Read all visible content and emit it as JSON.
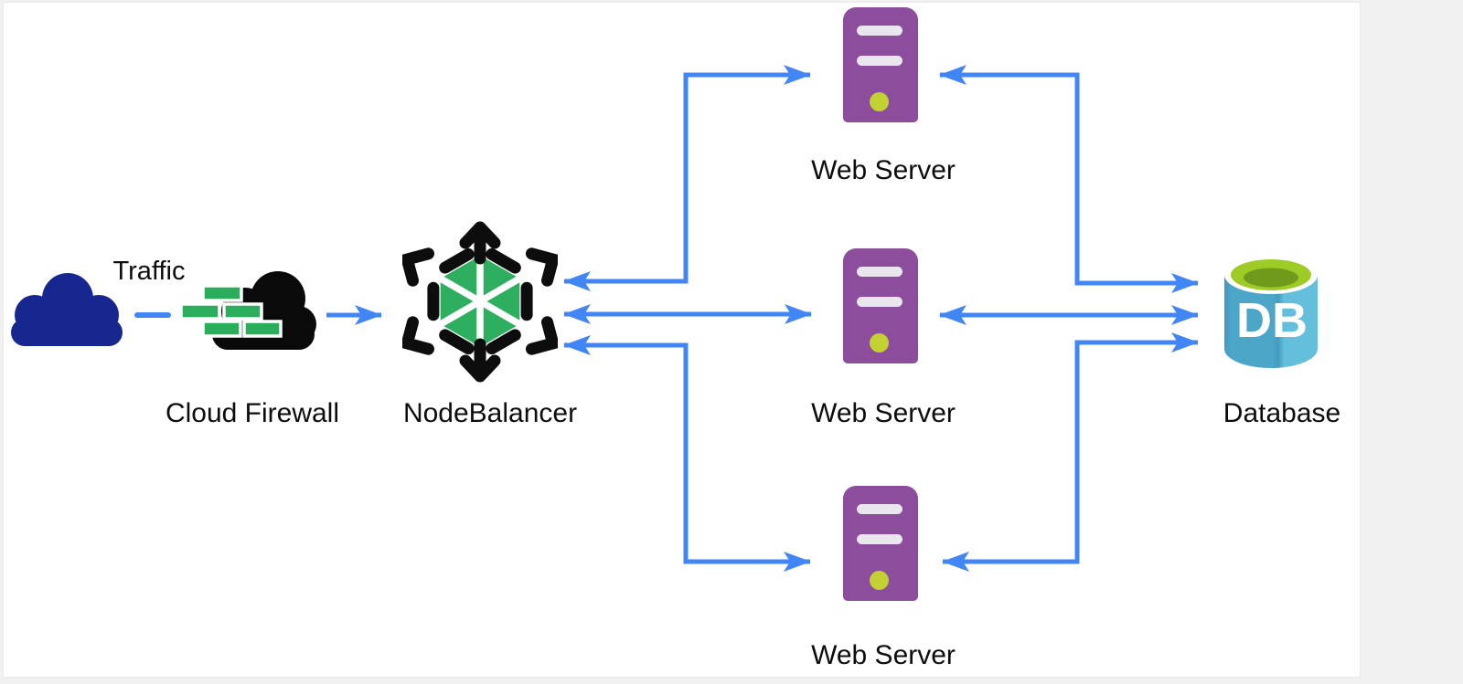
{
  "canvas": {
    "page_background": "#F0F0F0",
    "panel_background": "#FFFFFF"
  },
  "nodes": {
    "traffic": {
      "label": "Traffic",
      "icon": "cloud-icon",
      "color": "#16278F"
    },
    "cloud_firewall": {
      "label": "Cloud Firewall",
      "icon": "firewall-cloud-icon",
      "cloud_color": "#0A0A0A",
      "brick_color": "#2BAE5B",
      "brick_outline": "#FFFFFF"
    },
    "nodebalancer": {
      "label": "NodeBalancer",
      "icon": "nodebalancer-hexagon-icon",
      "hex_color": "#2EAE5F",
      "arrow_color": "#0D0D0D",
      "divider_color": "#FFFFFF"
    },
    "web_server_top": {
      "label": "Web Server",
      "icon": "server-tower-icon"
    },
    "web_server_middle": {
      "label": "Web Server",
      "icon": "server-tower-icon"
    },
    "web_server_bottom": {
      "label": "Web Server",
      "icon": "server-tower-icon"
    },
    "database": {
      "label": "Database",
      "badge": "DB",
      "icon": "database-cylinder-icon"
    }
  },
  "edges": [
    {
      "from": "traffic",
      "to": "cloud_firewall",
      "style": "dash",
      "arrows": "none"
    },
    {
      "from": "cloud_firewall",
      "to": "nodebalancer",
      "style": "solid",
      "arrows": "end"
    },
    {
      "from": "nodebalancer",
      "to": "web_server_top",
      "style": "solid",
      "arrows": "both"
    },
    {
      "from": "nodebalancer",
      "to": "web_server_middle",
      "style": "solid",
      "arrows": "both"
    },
    {
      "from": "nodebalancer",
      "to": "web_server_bottom",
      "style": "solid",
      "arrows": "both"
    },
    {
      "from": "web_server_top",
      "to": "database",
      "style": "solid",
      "arrows": "both"
    },
    {
      "from": "web_server_middle",
      "to": "database",
      "style": "solid",
      "arrows": "both"
    },
    {
      "from": "web_server_bottom",
      "to": "database",
      "style": "solid",
      "arrows": "both"
    }
  ],
  "colors": {
    "connector": "#4285F4",
    "server_body": "#8D4D9D",
    "server_slot": "#E9E6EE",
    "server_led": "#C3D232",
    "db_body_left": "#4BA6C8",
    "db_body_right": "#63BFDB",
    "db_top": "#9FCB26",
    "db_top_inner": "#6F9A1B",
    "label_text": "#0D0D0D"
  }
}
